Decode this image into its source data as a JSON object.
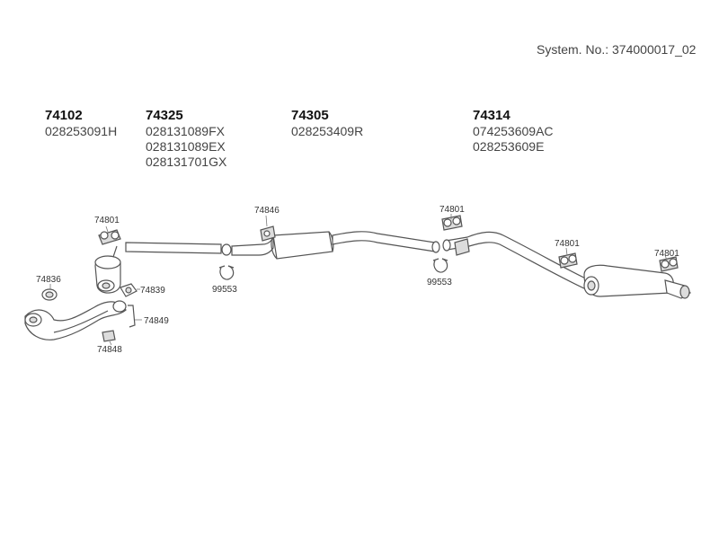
{
  "system": {
    "label": "System. No.: 374000017_02"
  },
  "groups": [
    {
      "part_no": "74102",
      "oem": [
        "028253091H"
      ]
    },
    {
      "part_no": "74325",
      "oem": [
        "028131089FX",
        "028131089EX",
        "028131701GX"
      ]
    },
    {
      "part_no": "74305",
      "oem": [
        "028253409R"
      ]
    },
    {
      "part_no": "74314",
      "oem": [
        "074253609AC",
        "028253609E"
      ]
    }
  ],
  "callouts": {
    "c74801a": "74801",
    "c74846": "74846",
    "c74801b": "74801",
    "c74801c": "74801",
    "c74801d": "74801",
    "c74836": "74836",
    "c74839": "74839",
    "c74849": "74849",
    "c74848": "74848",
    "c99553a": "99553",
    "c99553b": "99553"
  }
}
